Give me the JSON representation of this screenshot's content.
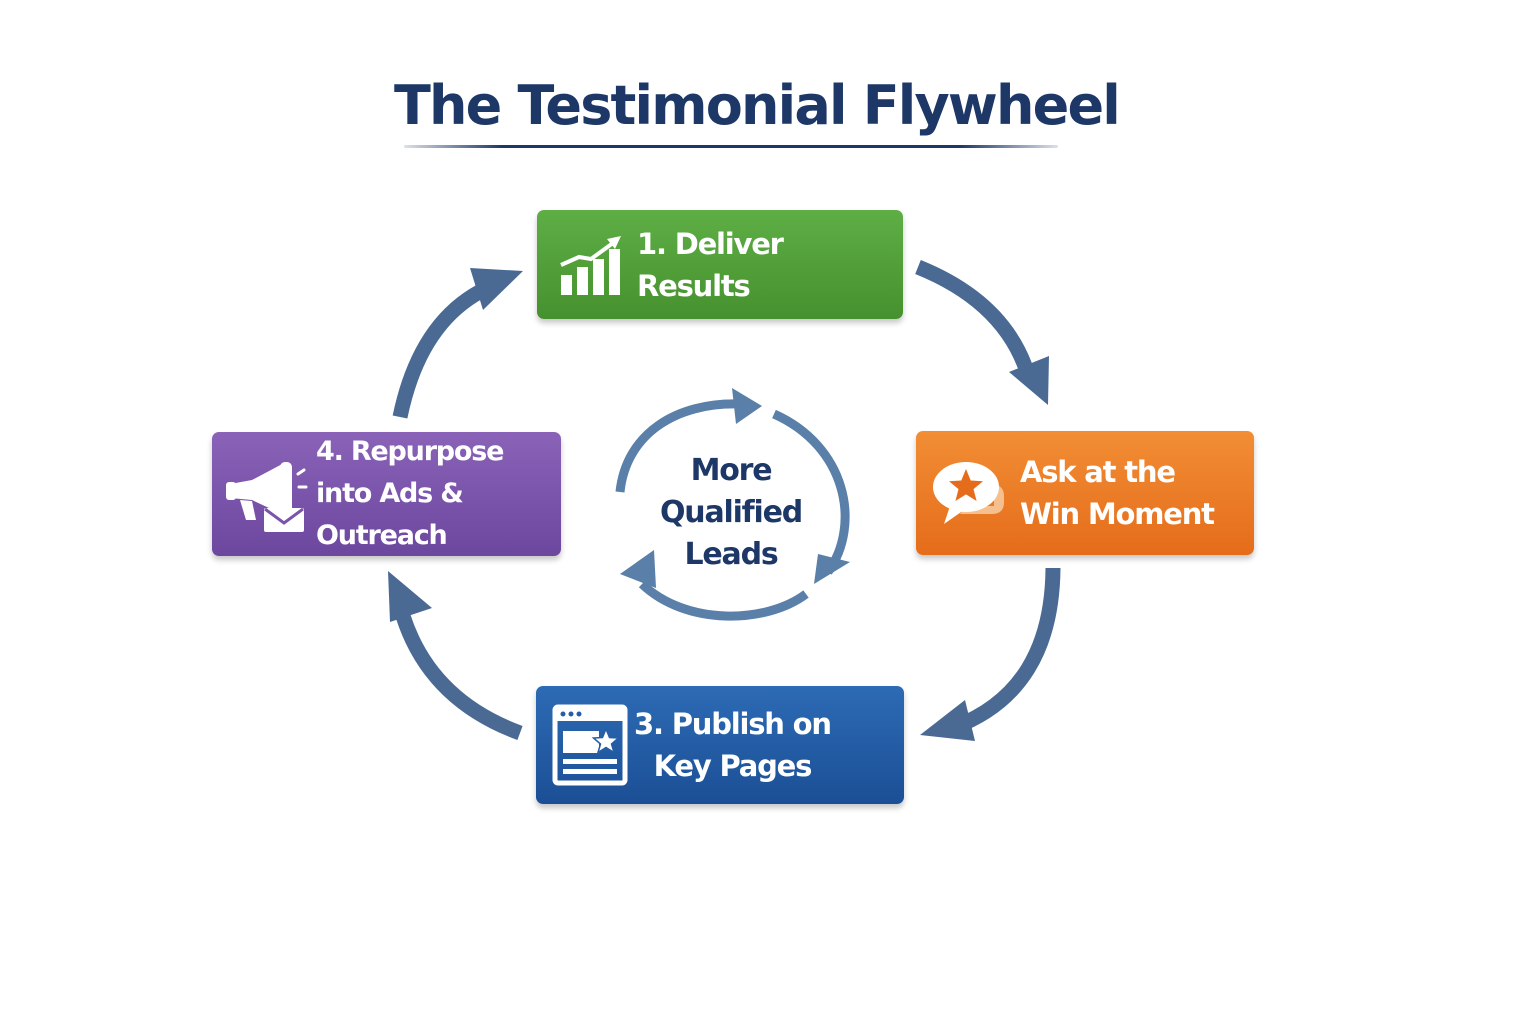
{
  "title": "The Testimonial Flywheel",
  "hub": {
    "label": "More\nQualified\nLeads"
  },
  "steps": [
    {
      "label": "1. Deliver Results",
      "icon": "bar-chart-growth-icon",
      "color": "#4f9e37"
    },
    {
      "label": "Ask at the\nWin Moment",
      "icon": "star-speech-bubble-icon",
      "color": "#ec7a24"
    },
    {
      "label": "3. Publish on\nKey Pages",
      "icon": "webpage-star-icon",
      "color": "#235ea6"
    },
    {
      "label": "4. Repurpose\ninto Ads & Outreach",
      "icon": "megaphone-envelope-icon",
      "color": "#7a55ab"
    }
  ],
  "colors": {
    "title": "#1d3767",
    "arrows": "#4a6a94",
    "hub_arrows": "#5a7fa8"
  }
}
